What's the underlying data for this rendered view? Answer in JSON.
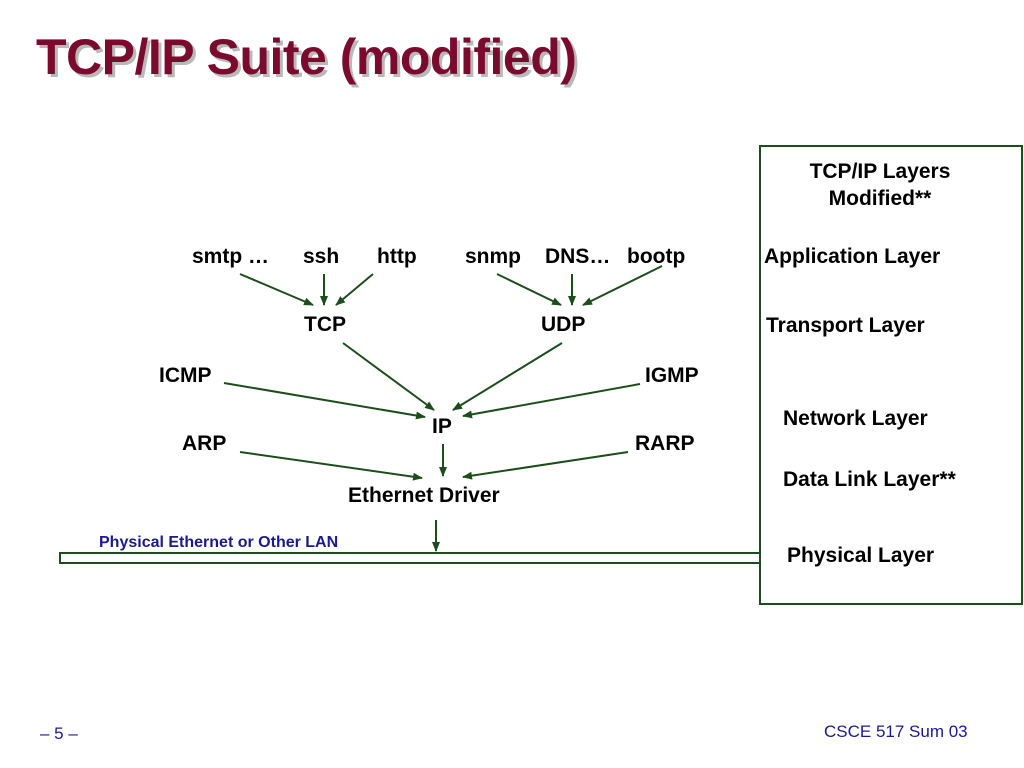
{
  "title": "TCP/IP Suite (modified)",
  "protocols": {
    "smtp": "smtp …",
    "ssh": "ssh",
    "http": "http",
    "snmp": "snmp",
    "dns": "DNS…",
    "bootp": "bootp",
    "tcp": "TCP",
    "udp": "UDP",
    "icmp": "ICMP",
    "igmp": "IGMP",
    "ip": "IP",
    "arp": "ARP",
    "rarp": "RARP",
    "ethernet_driver": "Ethernet Driver"
  },
  "physical_medium": "Physical Ethernet or Other LAN",
  "layers_panel": {
    "heading_line1": "TCP/IP Layers",
    "heading_line2": "Modified**",
    "application": "Application Layer",
    "transport": "Transport Layer",
    "network": "Network Layer",
    "data_link": "Data Link Layer**",
    "physical": "Physical Layer"
  },
  "footer": {
    "page_number": "– 5 –",
    "course": "CSCE 517 Sum 03"
  },
  "colors": {
    "title": "#7a0a2e",
    "arrow": "#1d4d1d",
    "small_label": "#1a1a8c"
  }
}
